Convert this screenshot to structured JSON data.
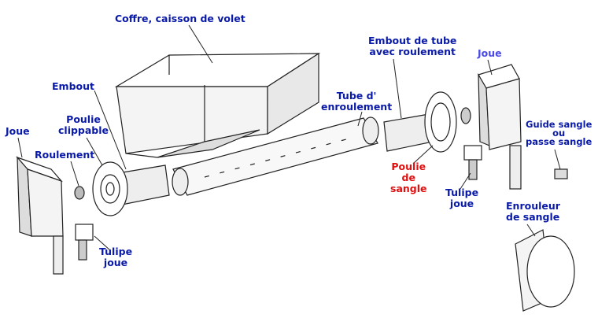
{
  "title": "Éclaté volet roulant",
  "labels": {
    "coffre": "Coffre, caisson de volet",
    "embout": "Embout",
    "poulie_clippable": [
      "Poulie",
      "clippable"
    ],
    "joue_left": "Joue",
    "roulement": "Roulement",
    "tulipe_left": [
      "Tulipe",
      "joue"
    ],
    "tube": [
      "Tube d'",
      "enroulement"
    ],
    "embout_tube": [
      "Embout de tube",
      "avec roulement"
    ],
    "joue_right": "Joue",
    "poulie_sangle": [
      "Poulie",
      "de",
      "sangle"
    ],
    "tulipe_right": [
      "Tulipe",
      "joue"
    ],
    "guide_sangle": [
      "Guide sangle",
      "ou",
      "passe sangle"
    ],
    "enrouleur": [
      "Enrouleur",
      "de sangle"
    ]
  },
  "colors": {
    "label": "#0a1aa8",
    "label_light": "#4a4ae8",
    "highlight": "#e01010",
    "line": "#222222"
  }
}
